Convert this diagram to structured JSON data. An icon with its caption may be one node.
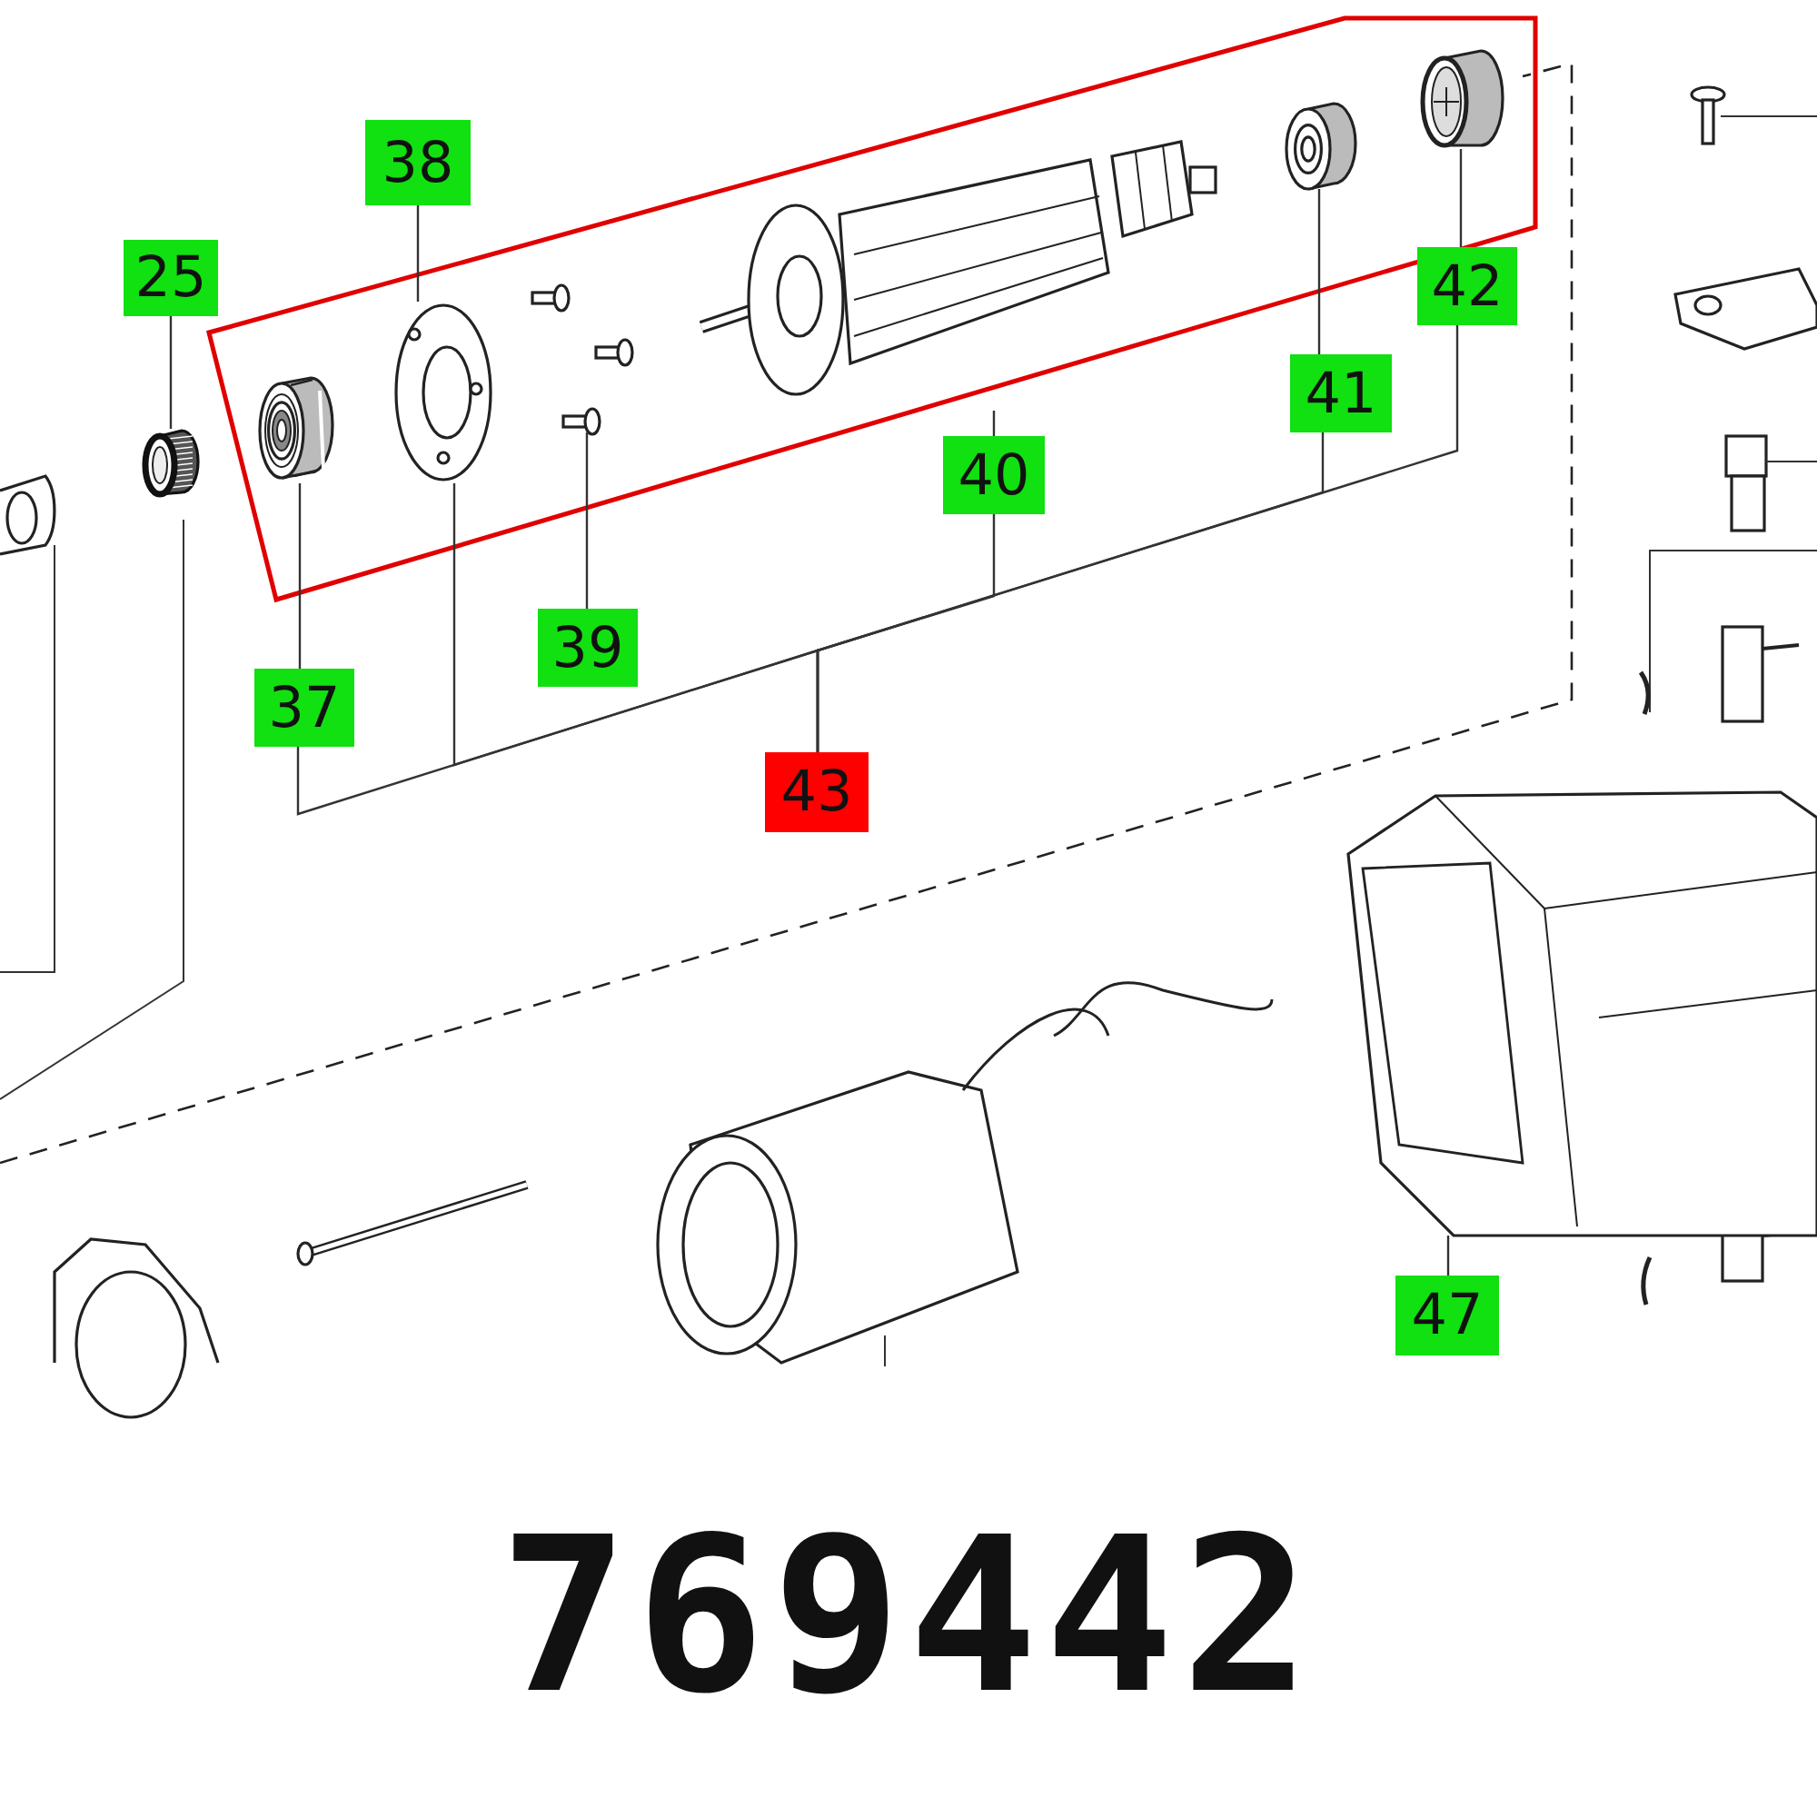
{
  "diagram": {
    "nodes": [
      {
        "text": [],
        "shape": "box"
      },
      {
        "text": [],
        "shape": "picture",
        "in": 0
      },
      {
        "text": [],
        "shape": "picture",
        "in": 0
      },
      {
        "text": [],
        "shape": "picture",
        "in": 0
      },
      {
        "text": [],
        "shape": "picture",
        "in": 0
      },
      {
        "text": [],
        "shape": "picture",
        "in": 0
      },
      {
        "text": [],
        "shape": "picture",
        "in": 0
      },
      {
        "text": [
          "25"
        ]
      },
      {
        "text": [],
        "shape": "picture"
      },
      {
        "text": [
          "38"
        ]
      },
      {
        "text": [
          "37"
        ]
      },
      {
        "text": [
          "39"
        ]
      },
      {
        "text": [
          "40"
        ]
      },
      {
        "text": [
          "41"
        ]
      },
      {
        "text": [
          "42"
        ]
      },
      {
        "text": [
          "43"
        ]
      },
      {
        "text": [
          "47"
        ]
      },
      {
        "text": [],
        "shape": "picture"
      }
    ],
    "edges": [
      {
        "from": 7,
        "to": 8,
        "arrow": "none"
      },
      {
        "from": 9,
        "to": 2,
        "arrow": "none"
      },
      {
        "from": 10,
        "to": 1,
        "arrow": "none"
      },
      {
        "from": 11,
        "to": 3,
        "arrow": "none"
      },
      {
        "from": 12,
        "to": 4,
        "arrow": "none"
      },
      {
        "from": 13,
        "to": 5,
        "arrow": "none"
      },
      {
        "from": 14,
        "to": 6,
        "arrow": "none"
      },
      {
        "from": 16,
        "to": 17,
        "arrow": "none"
      },
      {
        "from": 15,
        "to": 10,
        "arrow": "none"
      },
      {
        "from": 15,
        "to": 2,
        "arrow": "none"
      },
      {
        "from": 15,
        "to": 12,
        "arrow": "none"
      },
      {
        "from": 15,
        "to": 13,
        "arrow": "none"
      },
      {
        "from": 15,
        "to": 14,
        "arrow": "none"
      }
    ],
    "labels": [
      "769442"
    ]
  }
}
